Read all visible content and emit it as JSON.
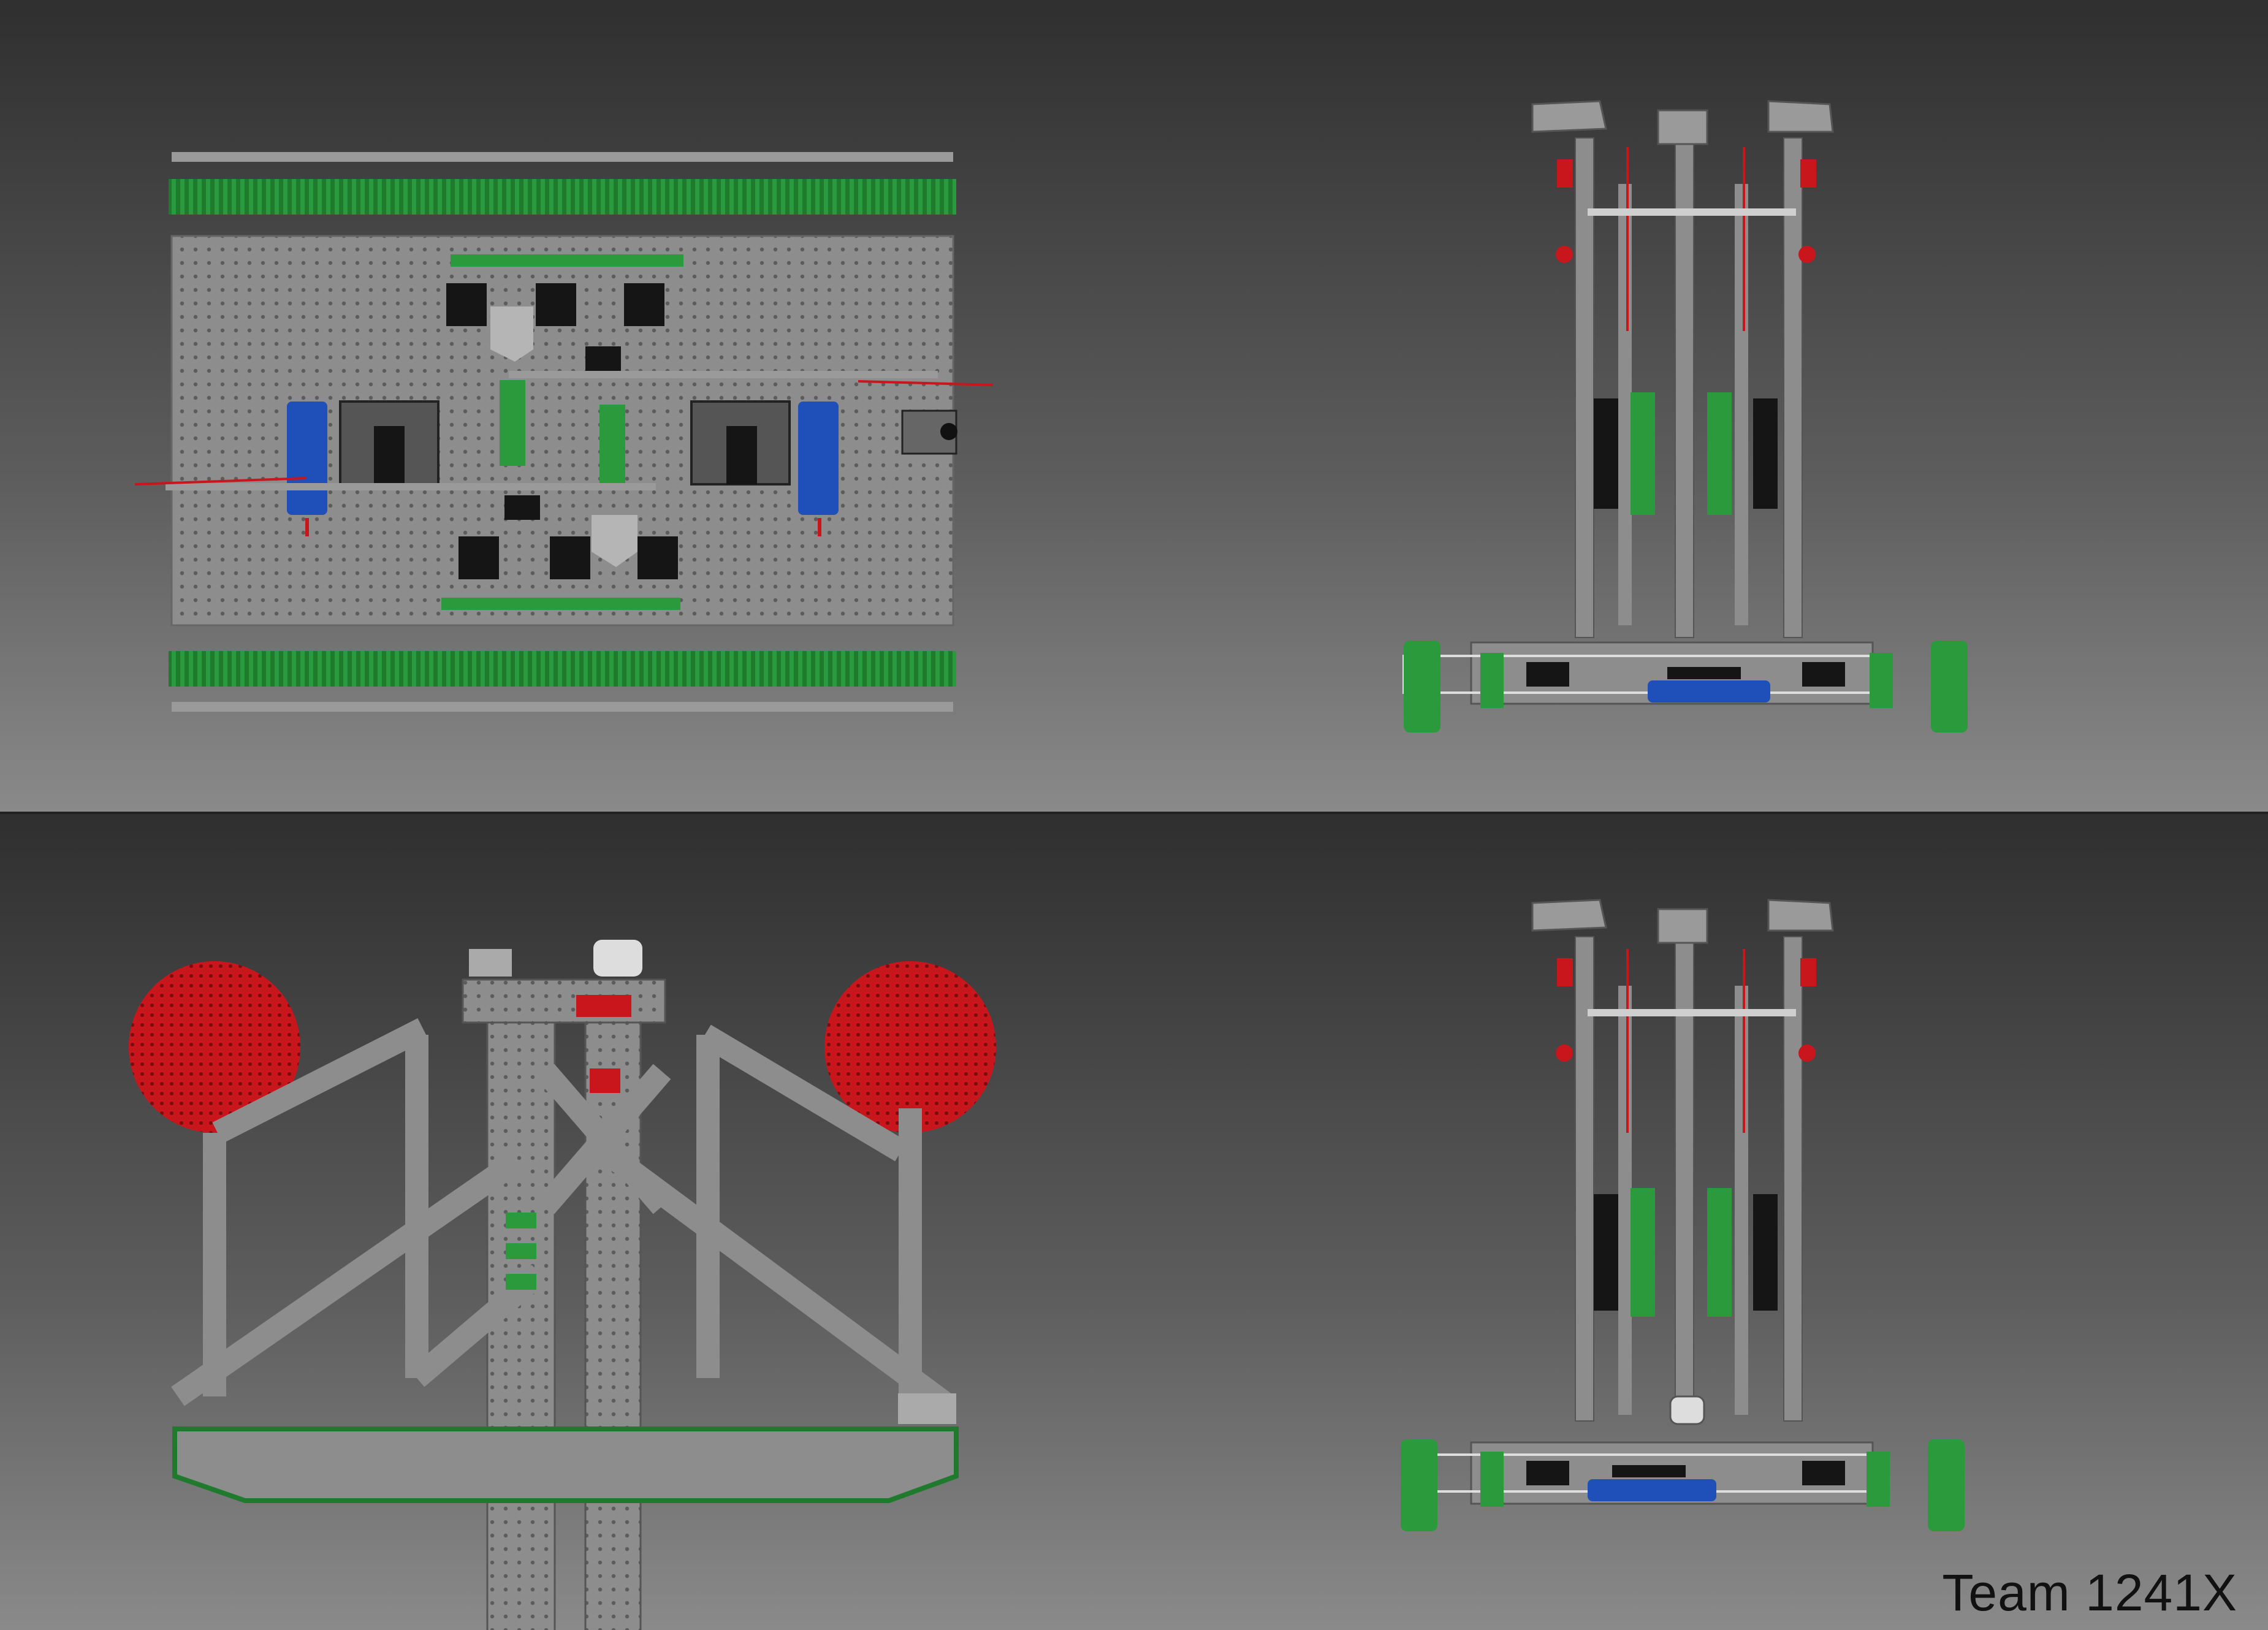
{
  "caption": {
    "team_label": "Team 1241X"
  },
  "views": [
    {
      "id": "top-view",
      "position": "top-left"
    },
    {
      "id": "front-view",
      "position": "top-right"
    },
    {
      "id": "side-view",
      "position": "bottom-left"
    },
    {
      "id": "rear-view",
      "position": "bottom-right"
    }
  ],
  "colors": {
    "metal": "#8d8d8d",
    "metal_dark": "#6b6b6b",
    "track_green": "#1f7a2e",
    "gear_green": "#2a9a3c",
    "motor_black": "#151515",
    "battery_blue": "#1f4fb8",
    "accent_red": "#c8161c",
    "label_text": "#111111"
  }
}
